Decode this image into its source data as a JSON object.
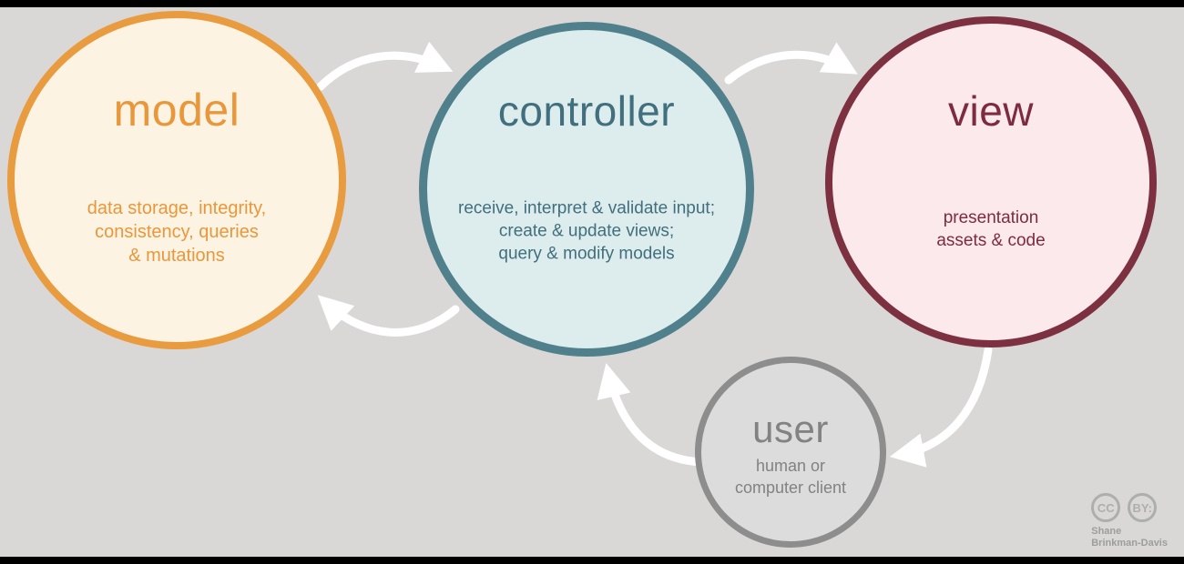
{
  "page": {
    "background": "#d9d8d6",
    "bar_color": "#000000",
    "arrow_color": "#ffffff"
  },
  "nodes": {
    "model": {
      "title": "model",
      "desc": "data storage, integrity,\nconsistency, queries\n& mutations",
      "colors": {
        "border": "#e89b3f",
        "fill": "#fdf3e2",
        "text": "#e8973b"
      }
    },
    "controller": {
      "title": "controller",
      "desc": "receive, interpret & validate input;\ncreate & update views;\nquery & modify models",
      "colors": {
        "border": "#50808c",
        "fill": "#ddeced",
        "text": "#416f7d"
      }
    },
    "view": {
      "title": "view",
      "desc": "presentation\nassets & code",
      "colors": {
        "border": "#7d3140",
        "fill": "#fbe9ec",
        "text": "#7c2c3e"
      }
    },
    "user": {
      "title": "user",
      "desc": "human or\ncomputer client",
      "colors": {
        "border": "#8d8d8d",
        "fill": "#dcdcdc",
        "text": "#828282"
      }
    }
  },
  "arrows": [
    "model-to-controller",
    "controller-to-view",
    "controller-to-model",
    "view-to-user",
    "user-to-controller"
  ],
  "attribution": {
    "cc_label": "CC",
    "by_label": "BY:",
    "name": "Shane\nBrinkman-Davis"
  }
}
